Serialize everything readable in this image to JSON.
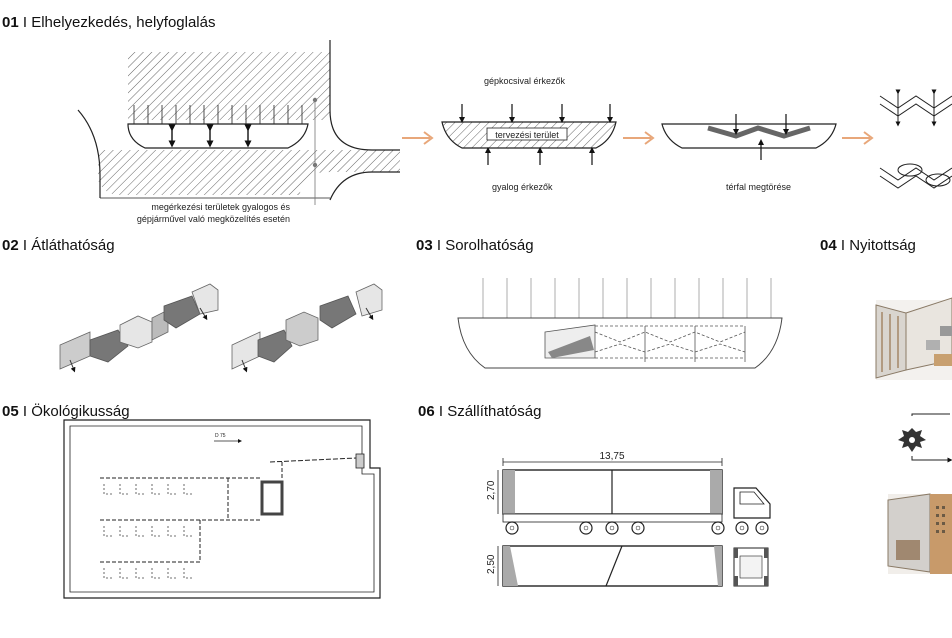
{
  "sections": [
    {
      "num": "01",
      "title": "Elhelyezkedés, helyfoglalás"
    },
    {
      "num": "02",
      "title": "Átláthatóság"
    },
    {
      "num": "03",
      "title": "Sorolhatóság"
    },
    {
      "num": "04",
      "title": "Nyitottság"
    },
    {
      "num": "05",
      "title": "Ökológikusság"
    },
    {
      "num": "06",
      "title": "Szállíthatóság"
    }
  ],
  "separator": "I",
  "diagram01": {
    "note_line1": "megérkezési területek gyalogos és",
    "note_line2": "gépjárművel való megközelítés esetén",
    "car_arrivals": "gépkocsival érkezők",
    "planning_area": "tervezési terület",
    "pedestrian_arrivals": "gyalog érkezők",
    "wall_break": "térfal megtörése"
  },
  "diagram05": {
    "flow_label": "D 75"
  },
  "diagram06": {
    "length": "13,75",
    "height": "2,70",
    "width": "2,50"
  },
  "colors": {
    "arrow_accent": "#e8a77a",
    "hatch": "#555555",
    "wood": "#c8a070"
  }
}
